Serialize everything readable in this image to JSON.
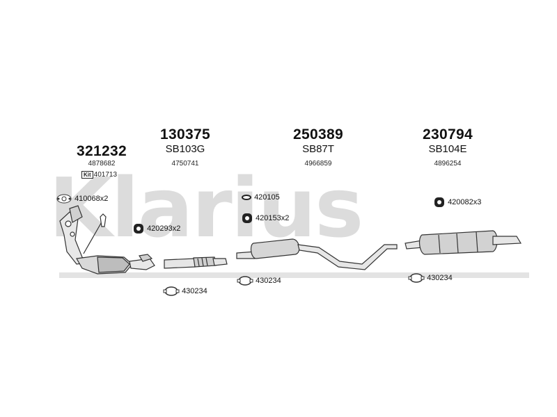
{
  "watermark": {
    "text": "Klarius"
  },
  "groups": [
    {
      "part_number": "321232",
      "code": "",
      "oe": "4878682",
      "kit_label": "Kit",
      "kit_number": "401713"
    },
    {
      "part_number": "130375",
      "code": "SB103G",
      "oe": "4750741"
    },
    {
      "part_number": "250389",
      "code": "SB87T",
      "oe": "4966859"
    },
    {
      "part_number": "230794",
      "code": "SB104E",
      "oe": "4896254"
    }
  ],
  "accessories": [
    {
      "label": "410068x2",
      "icon": "gasket-icon"
    },
    {
      "label": "420293x2",
      "icon": "rubber-mount-icon"
    },
    {
      "label": "430234",
      "icon": "clamp-icon"
    },
    {
      "label": "420105",
      "icon": "hanger-icon"
    },
    {
      "label": "420153x2",
      "icon": "rubber-mount-icon"
    },
    {
      "label": "430234",
      "icon": "clamp-icon"
    },
    {
      "label": "420082x3",
      "icon": "rubber-mount-icon"
    },
    {
      "label": "430234",
      "icon": "clamp-icon"
    }
  ]
}
